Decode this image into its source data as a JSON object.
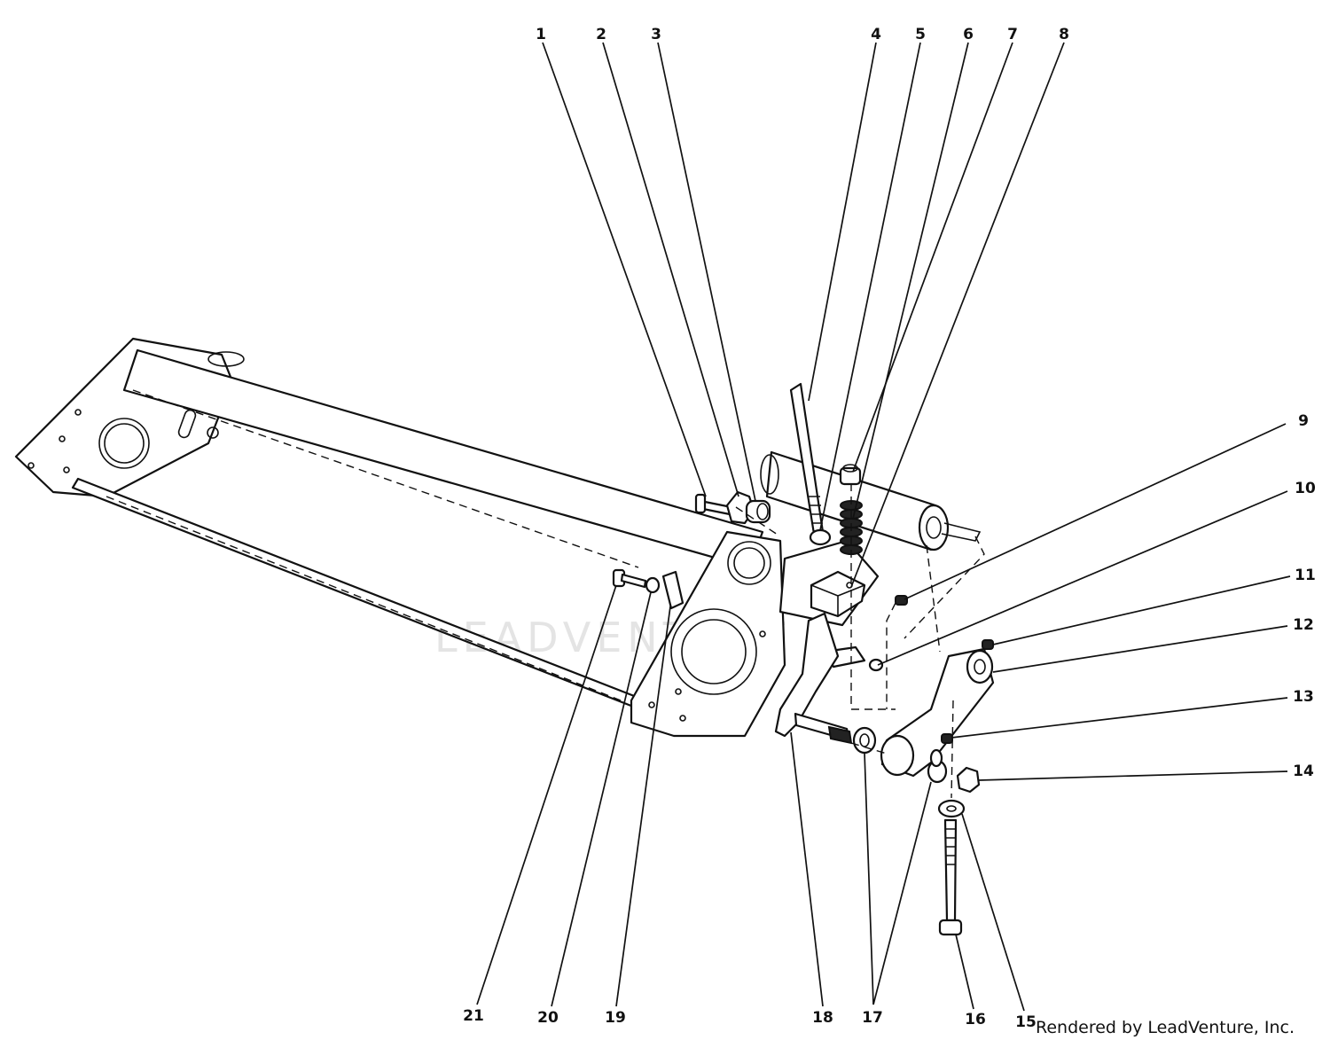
{
  "callouts": [
    {
      "id": "1",
      "label": "1"
    },
    {
      "id": "2",
      "label": "2"
    },
    {
      "id": "3",
      "label": "3"
    },
    {
      "id": "4",
      "label": "4"
    },
    {
      "id": "5",
      "label": "5"
    },
    {
      "id": "6",
      "label": "6"
    },
    {
      "id": "7",
      "label": "7"
    },
    {
      "id": "8",
      "label": "8"
    },
    {
      "id": "9",
      "label": "9"
    },
    {
      "id": "10",
      "label": "10"
    },
    {
      "id": "11",
      "label": "11"
    },
    {
      "id": "12",
      "label": "12"
    },
    {
      "id": "13",
      "label": "13"
    },
    {
      "id": "14",
      "label": "14"
    },
    {
      "id": "15",
      "label": "15"
    },
    {
      "id": "16",
      "label": "16"
    },
    {
      "id": "17",
      "label": "17"
    },
    {
      "id": "18",
      "label": "18"
    },
    {
      "id": "19",
      "label": "19"
    },
    {
      "id": "20",
      "label": "20"
    },
    {
      "id": "21",
      "label": "21"
    }
  ],
  "credit": "Rendered by LeadVenture, Inc.",
  "watermark": "LEADVENTURE"
}
